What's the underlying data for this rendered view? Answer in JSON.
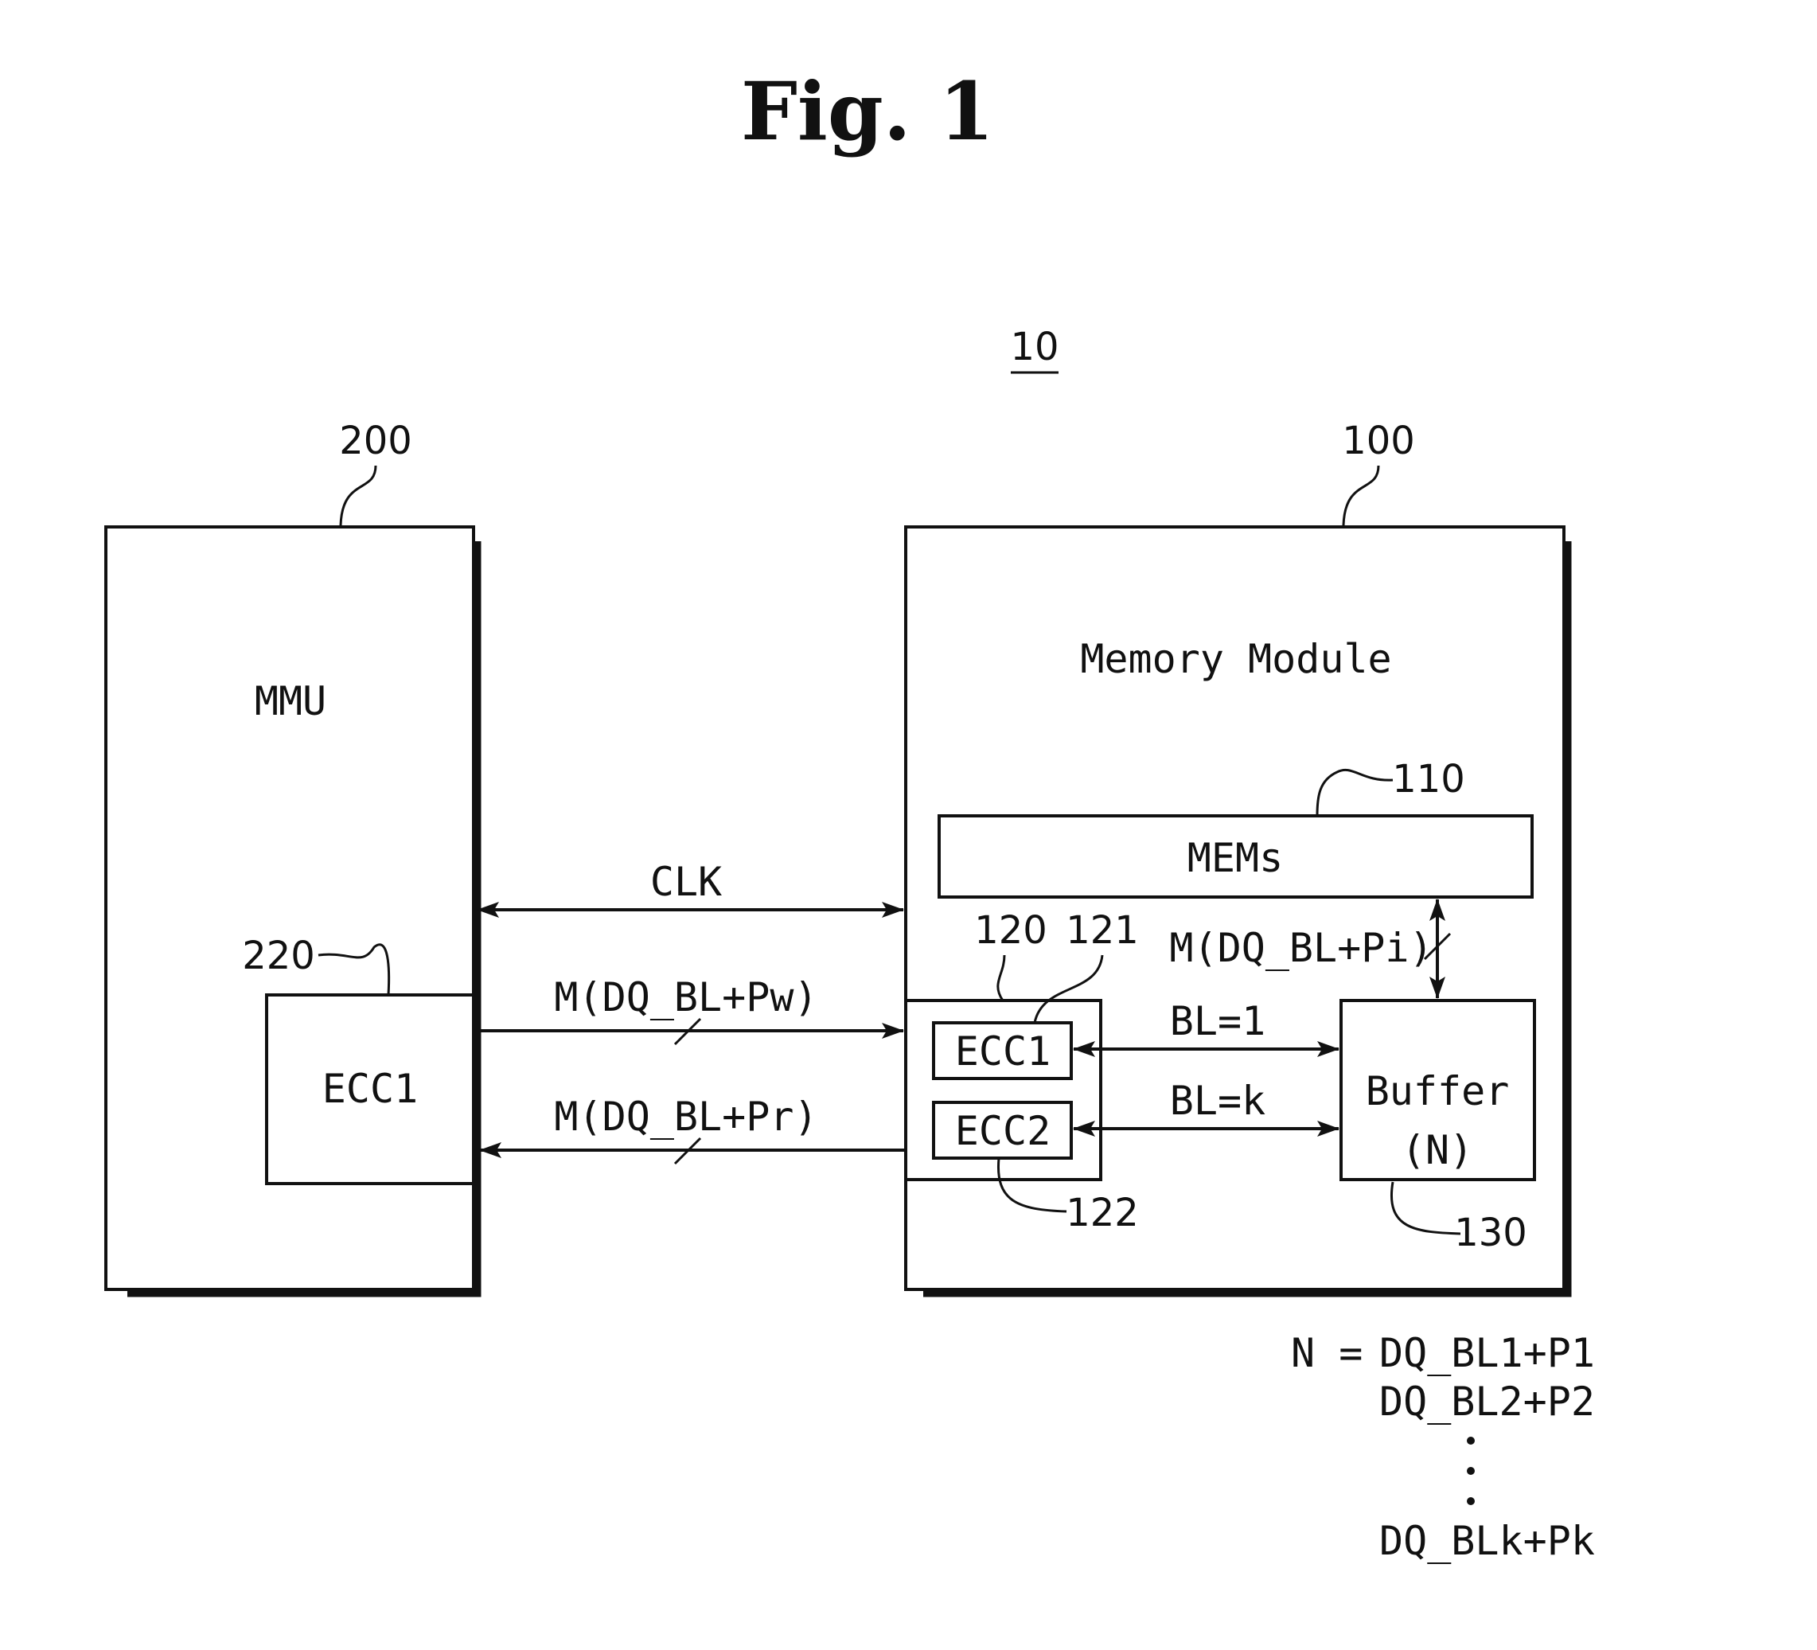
{
  "figure": {
    "title": "Fig.  1",
    "system_ref": "10"
  },
  "mmu": {
    "ref": "200",
    "label": "MMU",
    "ecc": {
      "ref": "220",
      "label": "ECC1"
    }
  },
  "memory_module": {
    "ref": "100",
    "label": "Memory Module",
    "mems": {
      "ref": "110",
      "label": "MEMs"
    },
    "ecc_block": {
      "ref": "120"
    },
    "ecc1": {
      "ref": "121",
      "label": "ECC1"
    },
    "ecc2": {
      "ref": "122",
      "label": "ECC2"
    },
    "buffer": {
      "ref": "130",
      "label": "Buffer",
      "sub": "(N)"
    }
  },
  "signals": {
    "clk": "CLK",
    "write": "M(DQ_BL+Pw)",
    "read": "M(DQ_BL+Pr)",
    "mem_bus": "M(DQ_BL+Pi)",
    "bl1": "BL=1",
    "blk": "BL=k"
  },
  "formula": {
    "prefix": "N  =",
    "lines": [
      "DQ_BL1+P1",
      "DQ_BL2+P2",
      "DQ_BLk+Pk"
    ]
  },
  "colors": {
    "ink": "#111111",
    "background": "#ffffff"
  }
}
